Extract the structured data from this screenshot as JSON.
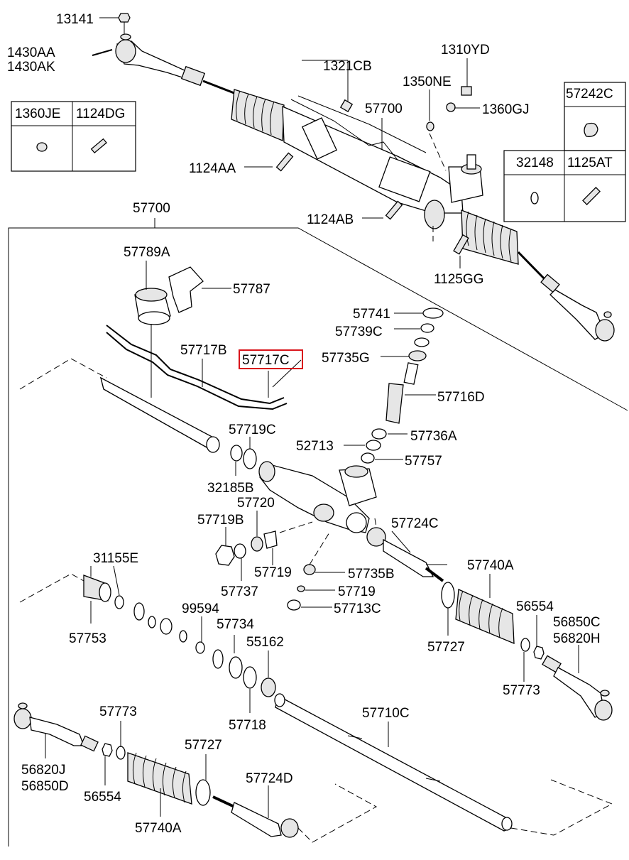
{
  "labels": {
    "l13141": "13141",
    "l1430AA": "1430AA",
    "l1430AK": "1430AK",
    "l1321CB": "1321CB",
    "l1310YD": "1310YD",
    "l1350NE": "1350NE",
    "l57700_top": "57700",
    "l1360GJ": "1360GJ",
    "l1124AA": "1124AA",
    "l1124AB": "1124AB",
    "l1125GG": "1125GG",
    "l57700_main": "57700",
    "l57789A": "57789A",
    "l57787": "57787",
    "l57741": "57741",
    "l57739C": "57739C",
    "l57735G": "57735G",
    "l57717B": "57717B",
    "l57717C": "57717C",
    "l57716D": "57716D",
    "l57719C": "57719C",
    "l52713": "52713",
    "l57736A": "57736A",
    "l57757": "57757",
    "l32185B": "32185B",
    "l57720": "57720",
    "l57719B": "57719B",
    "l57724C": "57724C",
    "l31155E": "31155E",
    "l57719_a": "57719",
    "l57735B": "57735B",
    "l57737": "57737",
    "l57719_b": "57719",
    "l57713C": "57713C",
    "l57740A_r": "57740A",
    "l99594": "99594",
    "l57734": "57734",
    "l56554_r": "56554",
    "l56850C": "56850C",
    "l56820H": "56820H",
    "l57753": "57753",
    "l57727_r": "57727",
    "l55162": "55162",
    "l57773_r": "57773",
    "l57718": "57718",
    "l57710C": "57710C",
    "l57773_l": "57773",
    "l57727_l": "57727",
    "l56820J": "56820J",
    "l56850D": "56850D",
    "l56554_l": "56554",
    "l57724D": "57724D",
    "l57740A_l": "57740A"
  },
  "tables": {
    "left": {
      "h1": "1360JE",
      "h2": "1124DG"
    },
    "right_top": {
      "h1": "57242C"
    },
    "right_bottom": {
      "h1": "32148",
      "h2": "1125AT"
    }
  },
  "highlight": {
    "part": "57717C",
    "color": "#d9141b"
  }
}
